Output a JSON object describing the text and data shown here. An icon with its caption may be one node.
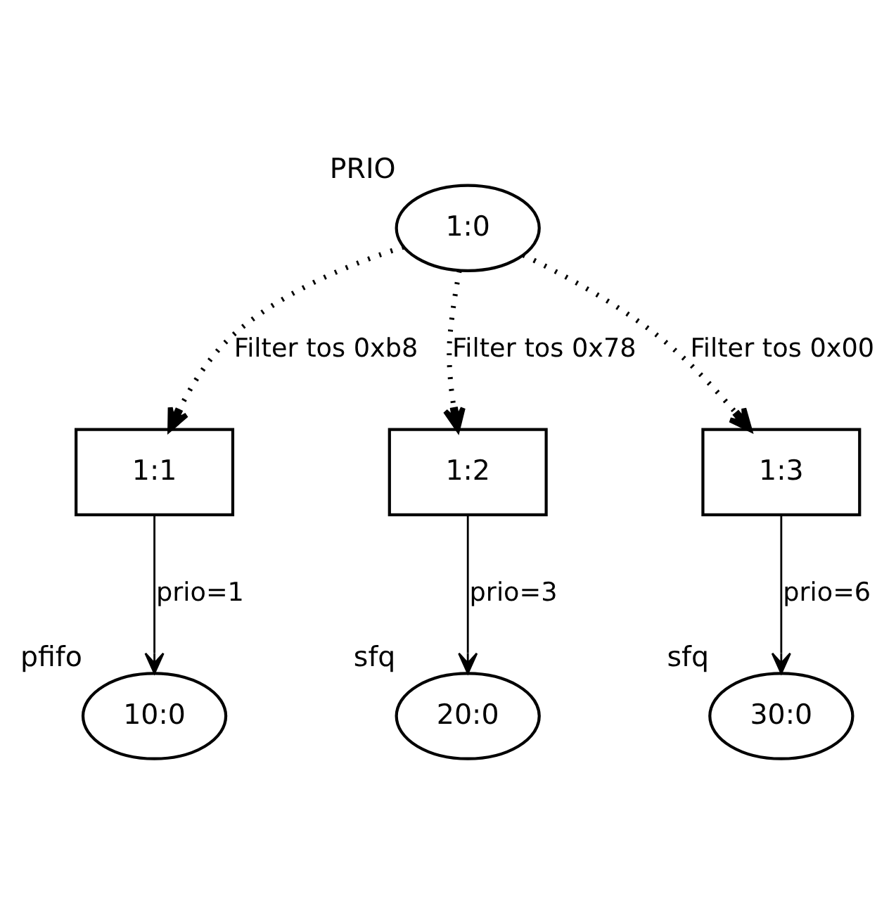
{
  "diagram": {
    "nodes": [
      {
        "text": [
          "1:0"
        ],
        "beside": [
          "PRIO"
        ]
      },
      {
        "text": [
          "1:1"
        ]
      },
      {
        "text": [
          "1:2"
        ]
      },
      {
        "text": [
          "1:3"
        ]
      },
      {
        "text": [
          "10:0"
        ],
        "beside": [
          "pfifo"
        ]
      },
      {
        "text": [
          "20:0"
        ],
        "beside": [
          "sfq"
        ]
      },
      {
        "text": [
          "30:0"
        ],
        "beside": [
          "sfq"
        ]
      }
    ],
    "edges": [
      {
        "from": 0,
        "to": 1,
        "arrow": "to",
        "label": "Filter tos 0xb8",
        "style": "dashed"
      },
      {
        "from": 0,
        "to": 2,
        "arrow": "to",
        "label": "Filter tos 0x78",
        "style": "dashed"
      },
      {
        "from": 0,
        "to": 3,
        "arrow": "to",
        "label": "Filter tos 0x00",
        "style": "dashed"
      },
      {
        "from": 1,
        "to": 4,
        "arrow": "to",
        "label": "prio=1"
      },
      {
        "from": 2,
        "to": 5,
        "arrow": "to",
        "label": "prio=3"
      },
      {
        "from": 3,
        "to": 6,
        "arrow": "to",
        "label": "prio=6"
      }
    ]
  }
}
